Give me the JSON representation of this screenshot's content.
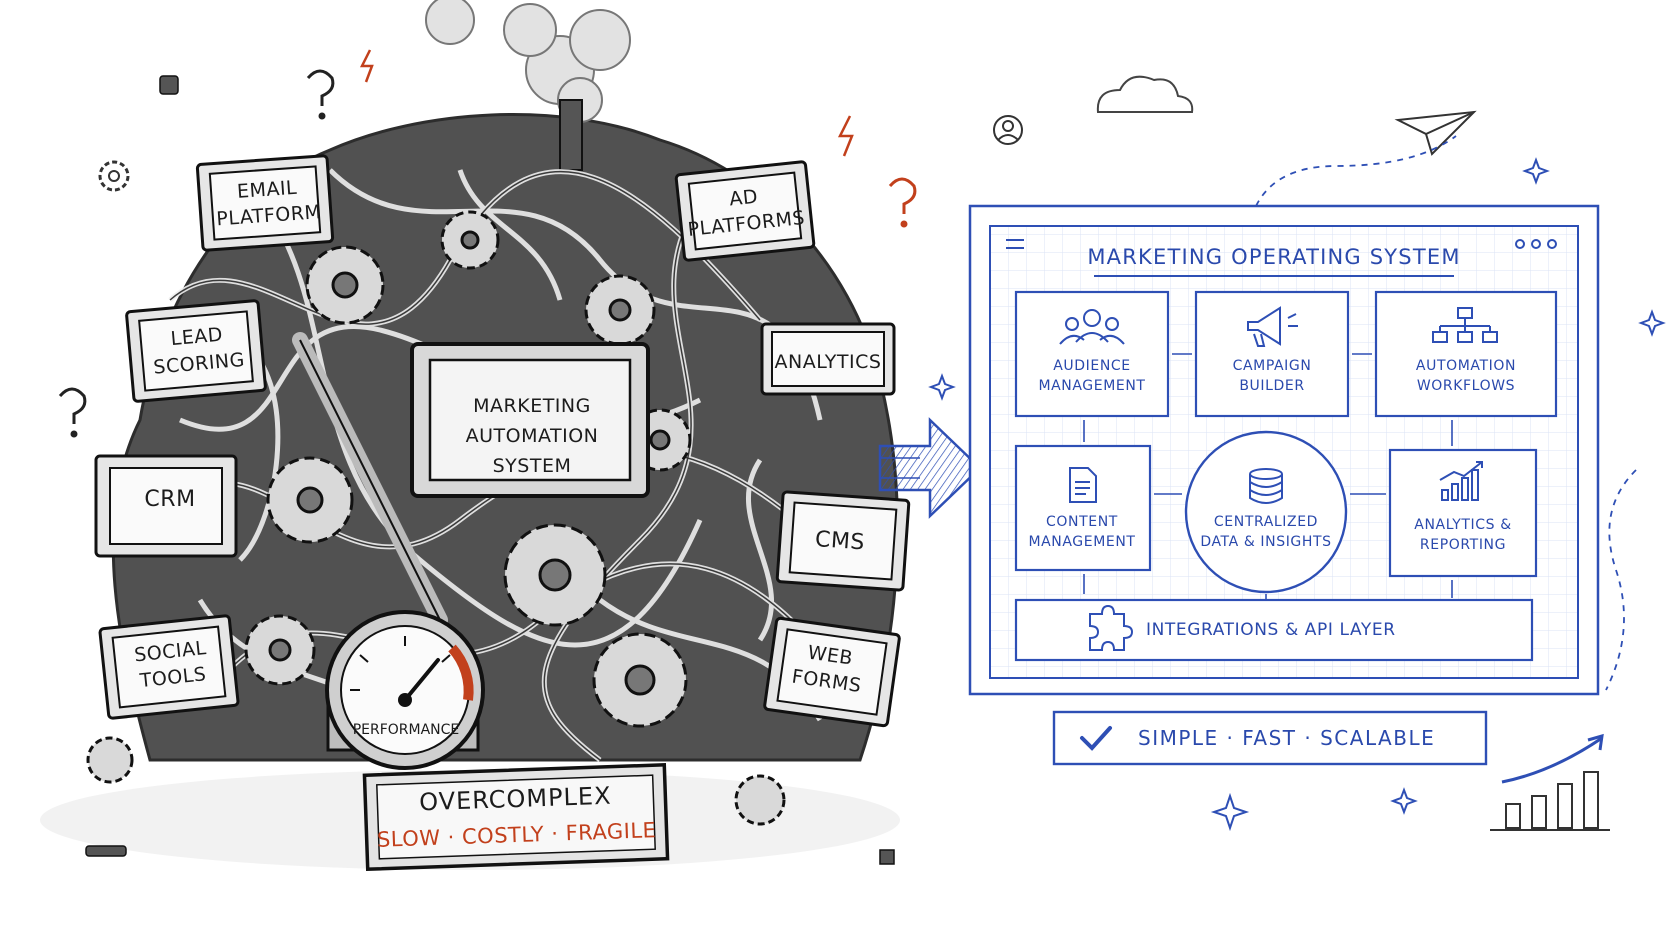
{
  "left_system": {
    "center_label": [
      "MARKETING",
      "AUTOMATION",
      "SYSTEM"
    ],
    "modules": [
      {
        "id": "email",
        "lines": [
          "EMAIL",
          "PLATFORM"
        ]
      },
      {
        "id": "ad",
        "lines": [
          "AD",
          "PLATFORMS"
        ]
      },
      {
        "id": "lead",
        "lines": [
          "LEAD",
          "SCORING"
        ]
      },
      {
        "id": "analytics",
        "lines": [
          "ANALYTICS"
        ]
      },
      {
        "id": "crm",
        "lines": [
          "CRM"
        ]
      },
      {
        "id": "cms",
        "lines": [
          "CMS"
        ]
      },
      {
        "id": "social",
        "lines": [
          "SOCIAL",
          "TOOLS"
        ]
      },
      {
        "id": "web",
        "lines": [
          "WEB",
          "FORMS"
        ]
      }
    ],
    "gauge_label": "PERFORMANCE",
    "sign_title": "OVERCOMPLEX",
    "sign_tagline": "SLOW · COSTLY · FRAGILE"
  },
  "right_system": {
    "title": "MARKETING OPERATING SYSTEM",
    "tiles": {
      "audience": [
        "AUDIENCE",
        "MANAGEMENT"
      ],
      "campaign": [
        "CAMPAIGN",
        "BUILDER"
      ],
      "automation": [
        "AUTOMATION",
        "WORKFLOWS"
      ],
      "content": [
        "CONTENT",
        "MANAGEMENT"
      ],
      "data": [
        "CENTRALIZED",
        "DATA & INSIGHTS"
      ],
      "reporting": [
        "ANALYTICS &",
        "REPORTING"
      ]
    },
    "integration_bar": "INTEGRATIONS & API LAYER",
    "benefits": "SIMPLE · FAST · SCALABLE"
  },
  "colors": {
    "ink": "#222222",
    "blueprint": "#2e4fb5",
    "warning": "#c2401c"
  }
}
